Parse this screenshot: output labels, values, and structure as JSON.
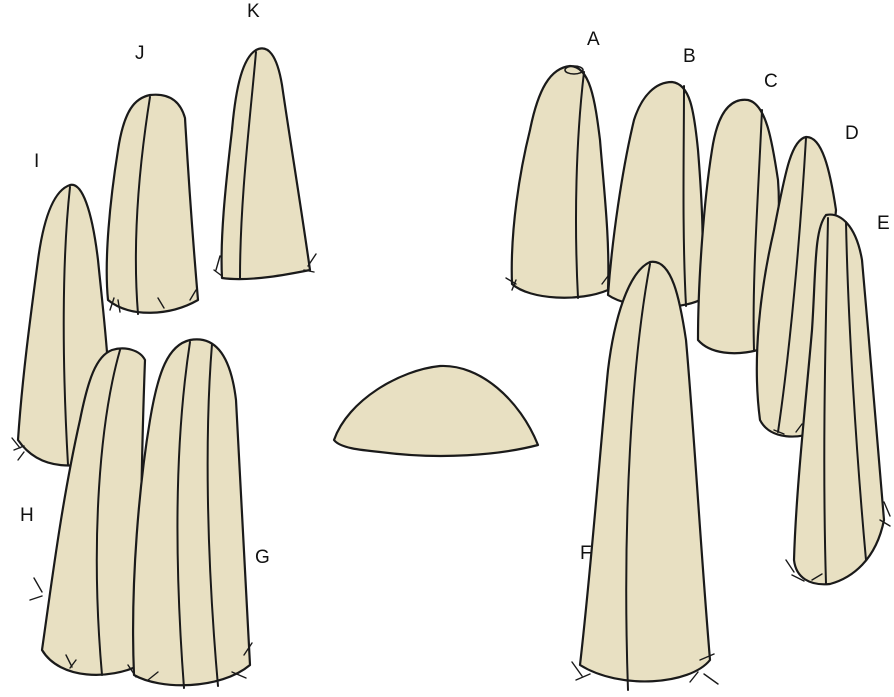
{
  "colors": {
    "stone_fill": "#e8e0c2",
    "stroke": "#1a1a1a",
    "label": "#111111",
    "background": "#ffffff"
  },
  "labels": {
    "a": "A",
    "b": "B",
    "c": "C",
    "d": "D",
    "e": "E",
    "f": "F",
    "g": "G",
    "h": "H",
    "i": "I",
    "j": "J",
    "k": "K"
  }
}
